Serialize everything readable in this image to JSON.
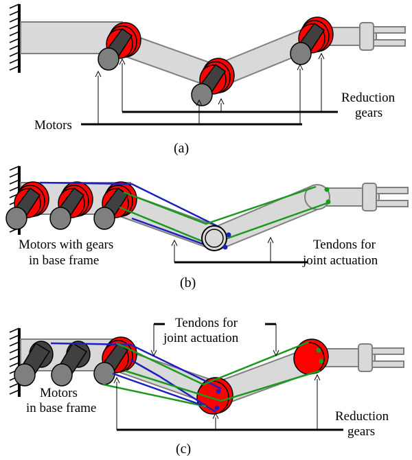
{
  "panel_a": {
    "caption": "(a)",
    "motors_label": "Motors",
    "reduction_label_line1": "Reduction",
    "reduction_label_line2": "gears"
  },
  "panel_b": {
    "caption": "(b)",
    "motors_label_line1": "Motors  with gears",
    "motors_label_line2": "in base frame",
    "tendons_label_line1": "Tendons for",
    "tendons_label_line2": "joint actuation"
  },
  "panel_c": {
    "caption": "(c)",
    "tendons_label_line1": "Tendons for",
    "tendons_label_line2": "joint actuation",
    "motors_label_line1": "Motors",
    "motors_label_line2": "in base frame",
    "reduction_label_line1": "Reduction",
    "reduction_label_line2": "gears"
  },
  "colors": {
    "gear_red": "#ff0000",
    "motor_dark": "#404040",
    "motor_face": "#7f7f7f",
    "link_gray": "#d9d9d9",
    "tendon_blue": "#1f1fbf",
    "tendon_green": "#1a9a1a"
  }
}
